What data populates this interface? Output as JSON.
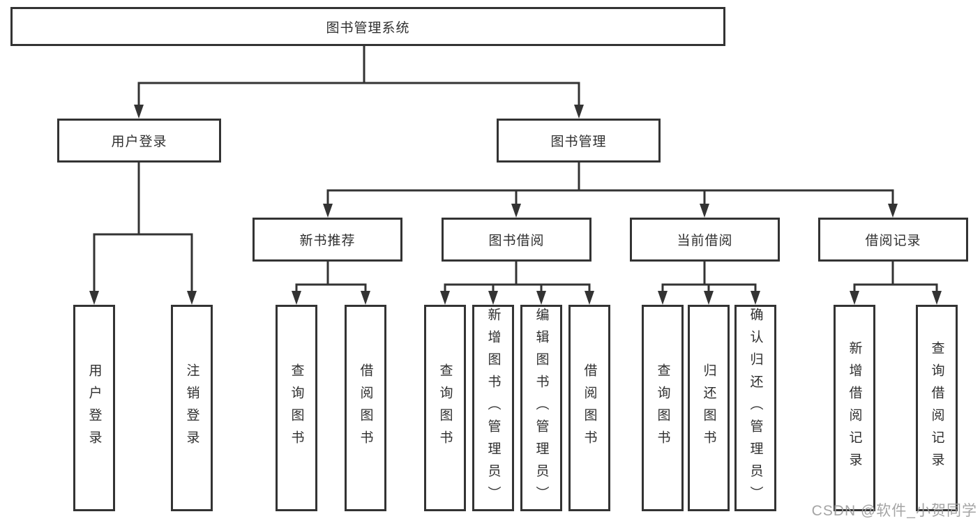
{
  "tree": {
    "label": "图书管理系统",
    "children": [
      {
        "label": "用户登录",
        "children": [
          {
            "label": "用户登录"
          },
          {
            "label": "注销登录"
          }
        ]
      },
      {
        "label": "图书管理",
        "children": [
          {
            "label": "新书推荐",
            "children": [
              {
                "label": "查询图书"
              },
              {
                "label": "借阅图书"
              }
            ]
          },
          {
            "label": "图书借阅",
            "children": [
              {
                "label": "查询图书"
              },
              {
                "label": "新增图书（管理员）"
              },
              {
                "label": "编辑图书（管理员）"
              },
              {
                "label": "借阅图书"
              }
            ]
          },
          {
            "label": "当前借阅",
            "children": [
              {
                "label": "查询图书"
              },
              {
                "label": "归还图书"
              },
              {
                "label": "确认归还（管理员）"
              }
            ]
          },
          {
            "label": "借阅记录",
            "children": [
              {
                "label": "新增借阅记录"
              },
              {
                "label": "查询借阅记录"
              }
            ]
          }
        ]
      }
    ]
  },
  "watermark": {
    "text": "CSDN @软件_小贺同学"
  },
  "colors": {
    "line": "#333333",
    "text": "#2f2f2f",
    "background": "#ffffff",
    "watermark": "#9b9b9b"
  }
}
